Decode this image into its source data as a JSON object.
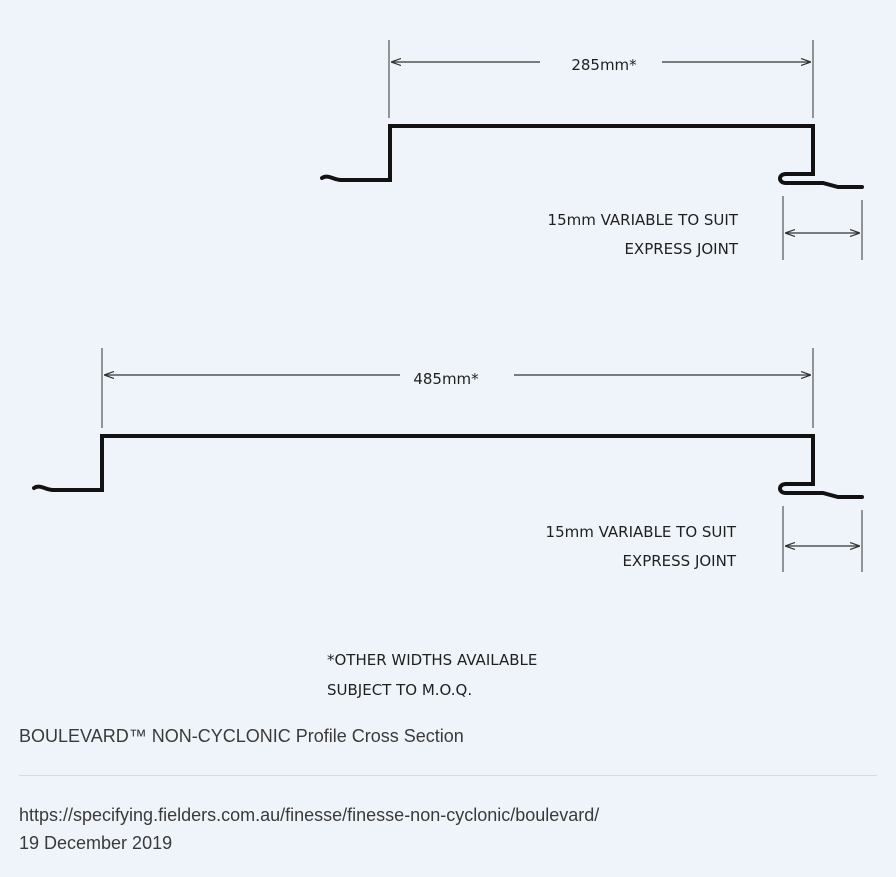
{
  "diagram": {
    "profile_top": {
      "width_label": "285mm*",
      "joint_label_line1": "15mm VARIABLE TO SUIT",
      "joint_label_line2": "EXPRESS JOINT"
    },
    "profile_bottom": {
      "width_label": "485mm*",
      "joint_label_line1": "15mm VARIABLE TO SUIT",
      "joint_label_line2": "EXPRESS JOINT"
    },
    "note_line1": "*OTHER WIDTHS AVAILABLE",
    "note_line2": "SUBJECT TO M.O.Q."
  },
  "caption": "BOULEVARD™ NON-CYCLONIC Profile Cross Section",
  "source": {
    "url": "https://specifying.fielders.com.au/finesse/finesse-non-cyclonic/boulevard/",
    "date": "19 December 2019"
  },
  "colors": {
    "background": "#eff4fa",
    "profile_stroke": "#121212",
    "dimension_stroke": "#333333"
  }
}
